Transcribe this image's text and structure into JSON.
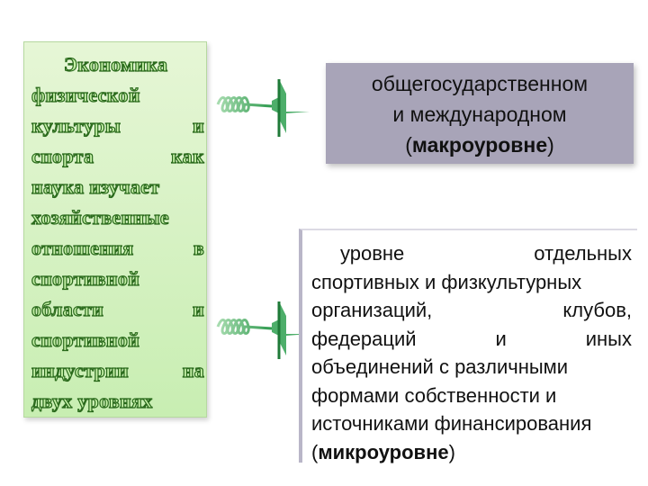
{
  "left_box": {
    "lines": [
      "Экономика",
      "физической",
      "культуры и",
      "спорта как",
      "наука изучает",
      "хозяйственные",
      "отношения в",
      "спортивной",
      "области и",
      "спортивной",
      "индустрии на",
      "двух уровнях"
    ]
  },
  "top_box": {
    "line1": "общегосударственном",
    "line2": "и международном",
    "line3_open": "(",
    "line3_bold": "макроуровне",
    "line3_close": ")"
  },
  "bottom_box": {
    "l1a": "уровне",
    "l1b": "отдельных",
    "l2": "спортивных и физкультурных",
    "l3a": "организаций,",
    "l3b": "клубов,",
    "l4a": "федераций",
    "l4b": "и",
    "l4c": "иных",
    "l5": "объединений с различными",
    "l6": "формами собственности и",
    "l7": "источниками финансирования",
    "l8_open": "(",
    "l8_bold": "микроуровне",
    "l8_close": ")"
  },
  "colors": {
    "left_bg": "#d6f2c2",
    "left_text": "#c4f0a6",
    "top_box_bg": "#a8a4b8",
    "arrow": "#3aa55a"
  },
  "icons": [
    "spring-arrow-icon",
    "spring-arrow-icon"
  ]
}
